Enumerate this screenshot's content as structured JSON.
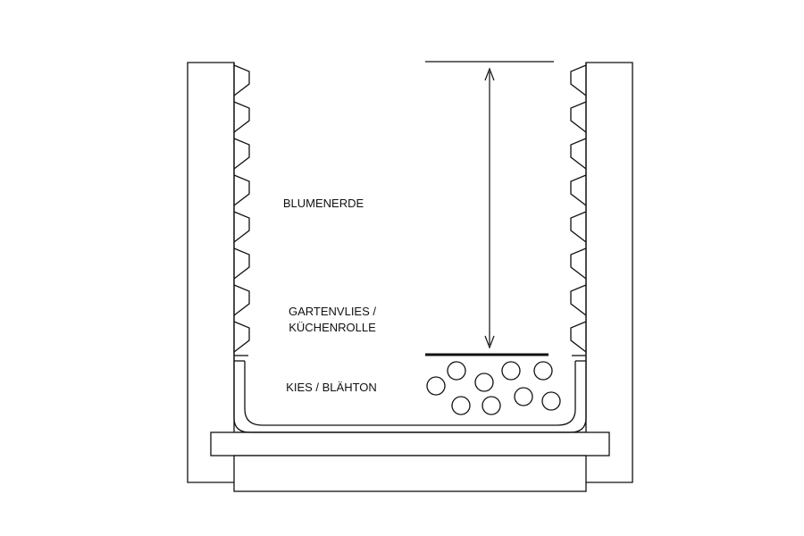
{
  "labels": {
    "soil": "BLUMENERDE",
    "fleece_line1": "GARTENVLIES /",
    "fleece_line2": "KÜCHENROLLE",
    "gravel": "KIES / BLÄHTON"
  },
  "colors": {
    "stroke": "#111111",
    "background": "#ffffff"
  }
}
